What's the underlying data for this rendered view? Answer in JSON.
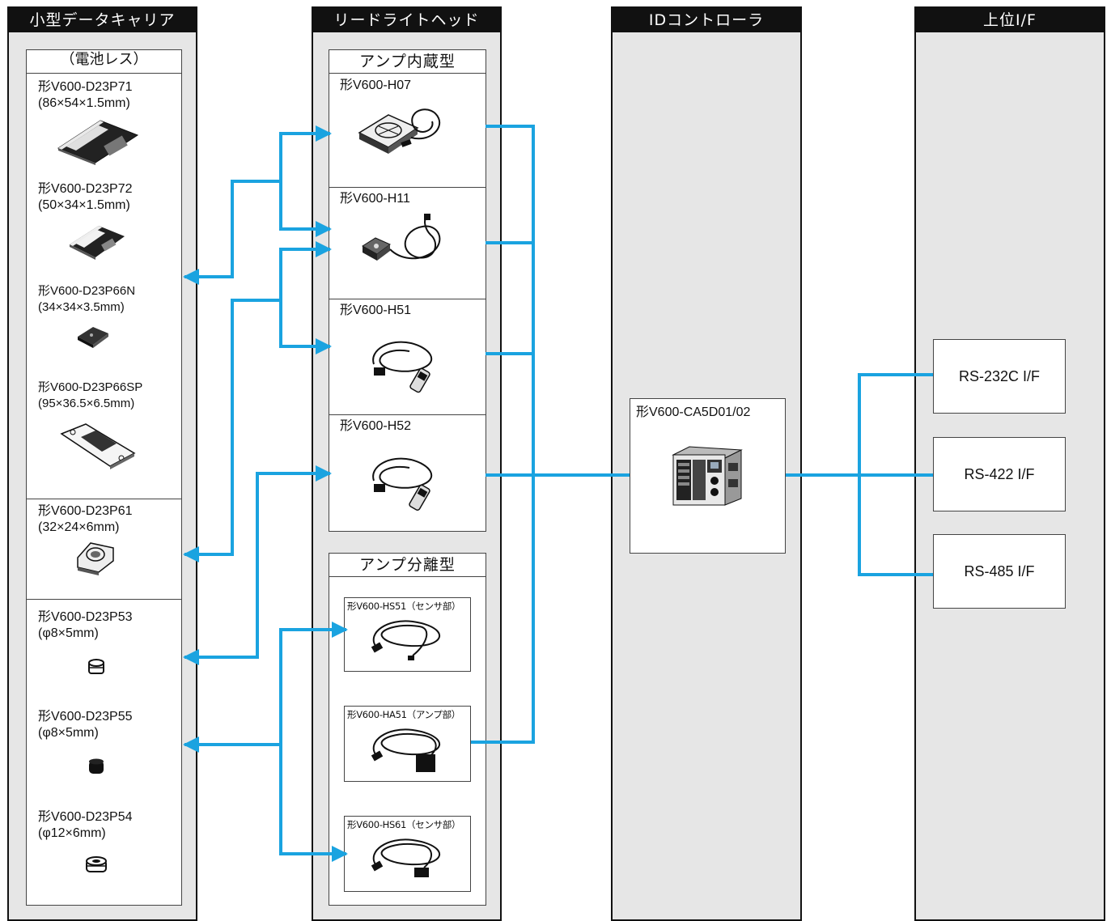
{
  "columns": {
    "carrier": "小型データキャリア",
    "readhead": "リードライトヘッド",
    "controller": "IDコントローラ",
    "host": "上位I/F"
  },
  "carrier": {
    "battery_less": "（電池レス）",
    "items": [
      {
        "model": "形V600-D23P71",
        "size": "(86×54×1.5mm)"
      },
      {
        "model": "形V600-D23P72",
        "size": "(50×34×1.5mm)"
      },
      {
        "model": "形V600-D23P66N",
        "size": "(34×34×3.5mm)"
      },
      {
        "model": "形V600-D23P66SP",
        "size": "(95×36.5×6.5mm)"
      },
      {
        "model": "形V600-D23P61",
        "size": "(32×24×6mm)"
      },
      {
        "model": "形V600-D23P53",
        "size": "(φ8×5mm)"
      },
      {
        "model": "形V600-D23P55",
        "size": "(φ8×5mm)"
      },
      {
        "model": "形V600-D23P54",
        "size": "(φ12×6mm)"
      }
    ]
  },
  "readhead": {
    "amp_builtin": "アンプ内蔵型",
    "amp_separate": "アンプ分離型",
    "builtin_items": [
      "形V600-H07",
      "形V600-H11",
      "形V600-H51",
      "形V600-H52"
    ],
    "separate_items": [
      "形V600-HS51（センサ部）",
      "形V600-HA51（アンプ部）",
      "形V600-HS61（センサ部）"
    ]
  },
  "controller": {
    "model": "形V600-CA5D01/02"
  },
  "host": {
    "interfaces": [
      "RS-232C I/F",
      "RS-422 I/F",
      "RS-485 I/F"
    ]
  },
  "colors": {
    "wire": "#1aa3e0",
    "header": "#111111",
    "column_bg": "#e6e6e6"
  }
}
